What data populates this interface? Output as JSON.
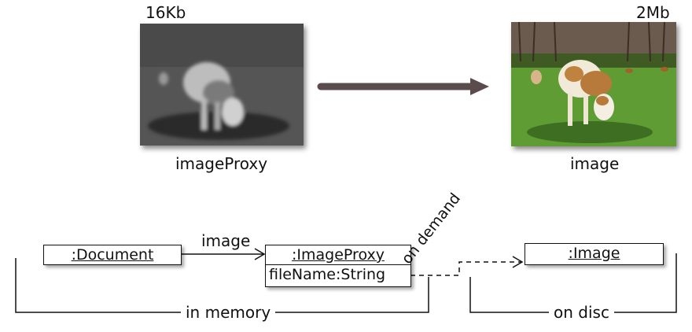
{
  "proxy": {
    "size": "16Kb",
    "caption": "imageProxy"
  },
  "real": {
    "size": "2Mb",
    "caption": "image"
  },
  "diagram": {
    "document_box": ":Document",
    "proxy_box_title": ":ImageProxy",
    "proxy_box_attr": "fileName:String",
    "image_box": ":Image",
    "assoc_label": "image",
    "on_demand_label": "on demand",
    "in_memory_label": "in memory",
    "on_disc_label": "on disc"
  },
  "colors": {
    "arrow": "#5a4c4c",
    "grass": "#4f8a2a",
    "sky": "#6a5b4e"
  }
}
